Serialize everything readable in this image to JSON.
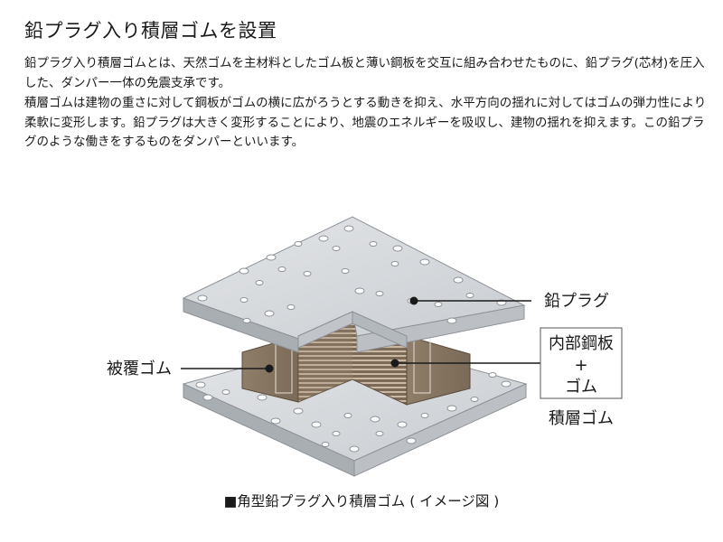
{
  "title": "鉛プラグ入り積層ゴムを設置",
  "paragraphs": [
    "鉛プラグ入り積層ゴムとは、天然ゴムを主材料としたゴム板と薄い鋼板を交互に組み合わせたものに、鉛プラグ(芯材)を圧入した、ダンパー一体の免震支承です。",
    "積層ゴムは建物の重さに対して鋼板がゴムの横に広がろうとする動きを抑え、水平方向の揺れに対してはゴムの弾力性により柔軟に変形します。鉛プラグは大きく変形することにより、地震のエネルギーを吸収し、建物の揺れを抑えます。この鉛プラグのような働きをするものをダンパーといいます。"
  ],
  "labels": {
    "lead_plug": "鉛プラグ",
    "cover_rubber": "被覆ゴム",
    "inner_plate_line1": "内部鋼板",
    "inner_plate_plus": "+",
    "inner_plate_line2": "ゴム",
    "laminated_rubber": "積層ゴム"
  },
  "caption": "■角型鉛プラグ入り積層ゴム ( イメージ図 )",
  "colors": {
    "plate_top": "#d9dcdf",
    "plate_edge": "#a9aeb3",
    "rubber": "#8a7a66",
    "rubber_dark": "#6b5a48",
    "text": "#1a1a1a"
  }
}
